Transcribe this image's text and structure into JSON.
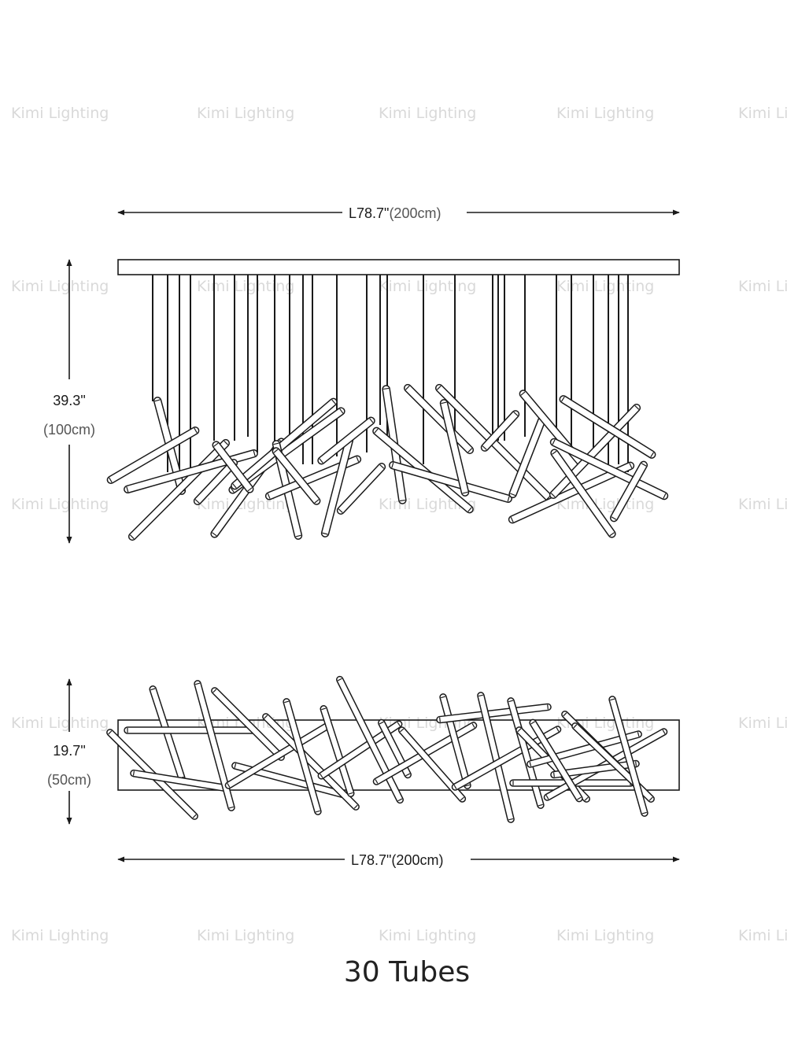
{
  "watermark": "Kimi Lighting",
  "front_view": {
    "length_inch": "L78.7\"",
    "length_cm": "(200cm)",
    "height_inch": "39.3\"",
    "height_cm": "(100cm)"
  },
  "top_view": {
    "width_inch": "19.7\"",
    "width_cm": "(50cm)",
    "length_label": "L78.7\"(200cm)"
  },
  "caption": "30 Tubes",
  "colors": {
    "line": "#1a1a1a",
    "watermark": "#d9d9d9"
  }
}
